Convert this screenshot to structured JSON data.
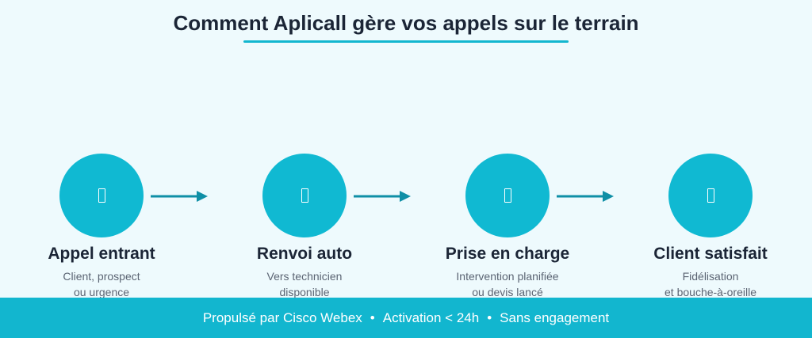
{
  "title": "Comment Aplicall gère vos appels sur le terrain",
  "colors": {
    "accent": "#12b6cf",
    "circle": "#10b9d2",
    "text": "#1b2536",
    "muted": "#5b6473"
  },
  "steps": [
    {
      "label": "Appel entrant",
      "desc1": "Client, prospect",
      "desc2": "ou urgence",
      "icon": "phone-icon"
    },
    {
      "label": "Renvoi auto",
      "desc1": "Vers technicien",
      "desc2": "disponible",
      "icon": "forward-icon"
    },
    {
      "label": "Prise en charge",
      "desc1": "Intervention planifiée",
      "desc2": "ou devis lancé",
      "icon": "tools-icon"
    },
    {
      "label": "Client satisfait",
      "desc1": "Fidélisation",
      "desc2": "et bouche-à-oreille",
      "icon": "smile-icon"
    }
  ],
  "footer": {
    "item1": "Propulsé par Cisco Webex",
    "sep": "•",
    "item2": "Activation < 24h",
    "item3": "Sans engagement"
  }
}
